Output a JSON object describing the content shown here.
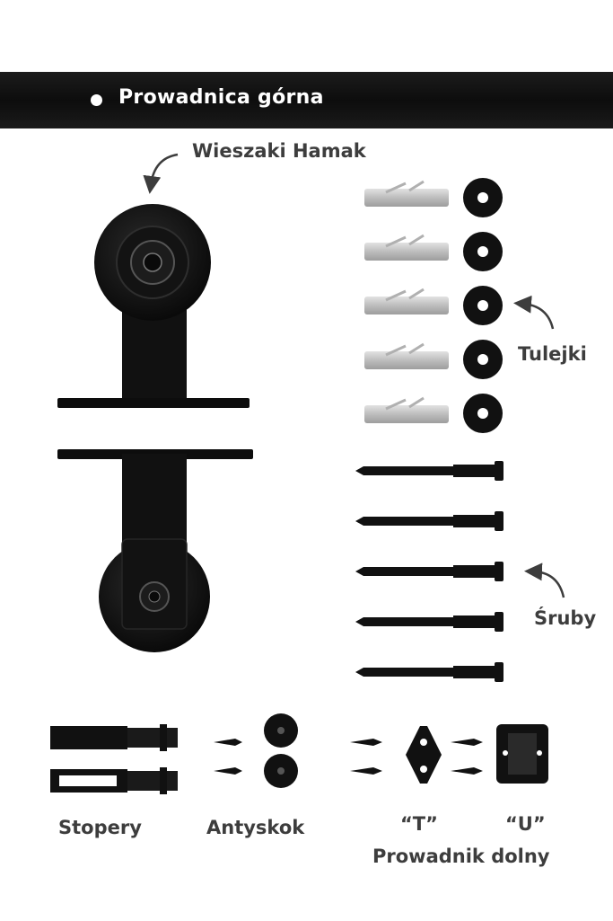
{
  "rail": {
    "title": "Prowadnica górna"
  },
  "labels": {
    "hangers": "Wieszaki Hamak",
    "sleeves": "Tulejki",
    "screws": "Śruby",
    "stoppers": "Stopery",
    "anti_jump": "Antyskok",
    "t_guide": "“T”",
    "u_guide": "“U”",
    "floor_guide": "Prowadnik dolny"
  },
  "colors": {
    "rail": "#111111",
    "hardware": "#111111",
    "anchor": "#c8c8c8",
    "label": "#3d3d3d",
    "background": "#ffffff"
  },
  "icons": [
    "curved-arrow-icon",
    "hanger-wheel-icon",
    "wall-anchor-icon",
    "washer-icon",
    "lag-screw-icon",
    "stopper-icon",
    "anti-jump-icon",
    "t-guide-icon",
    "u-guide-icon"
  ]
}
